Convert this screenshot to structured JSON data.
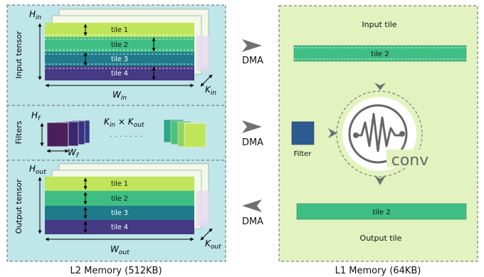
{
  "colors": {
    "l2_bg": "#bfe6e8",
    "l1_bg": "#e3f3bf",
    "tile1": "#c0e55b",
    "tile2": "#3fbe84",
    "tile3": "#1f7a8a",
    "tile4": "#463a84",
    "filter": "#2d5a8f",
    "arrow": "#707070"
  },
  "l2": {
    "caption": "L2 Memory (512KB)",
    "input": {
      "side_label": "Input tensor",
      "h_label": "H",
      "h_sub": "in",
      "w_label": "W",
      "w_sub": "in",
      "k_label": "K",
      "k_sub": "in",
      "tiles": [
        "tile 1",
        "tile 2",
        "tile 3",
        "tile 4"
      ]
    },
    "filters": {
      "side_label": "Filters",
      "h_label": "H",
      "h_sub": "f",
      "w_label": "W",
      "w_sub": "f",
      "count_a": "K",
      "count_a_sub": "in",
      "times": " × ",
      "count_b": "K",
      "count_b_sub": "out",
      "dots": "· · · · · · ·"
    },
    "output": {
      "side_label": "Output tensor",
      "h_label": "H",
      "h_sub": "out",
      "w_label": "W",
      "w_sub": "out",
      "k_label": "K",
      "k_sub": "out",
      "tiles": [
        "tile 1",
        "tile 2",
        "tile 3",
        "tile 4"
      ]
    }
  },
  "dma": [
    "DMA",
    "DMA",
    "DMA"
  ],
  "l1": {
    "caption": "L1 Memory (64KB)",
    "input_title": "Input tile",
    "input_tile": "tile 2",
    "filter_label": "Filter",
    "conv_label": "conv",
    "output_tile": "tile 2",
    "output_title": "Output tile"
  }
}
